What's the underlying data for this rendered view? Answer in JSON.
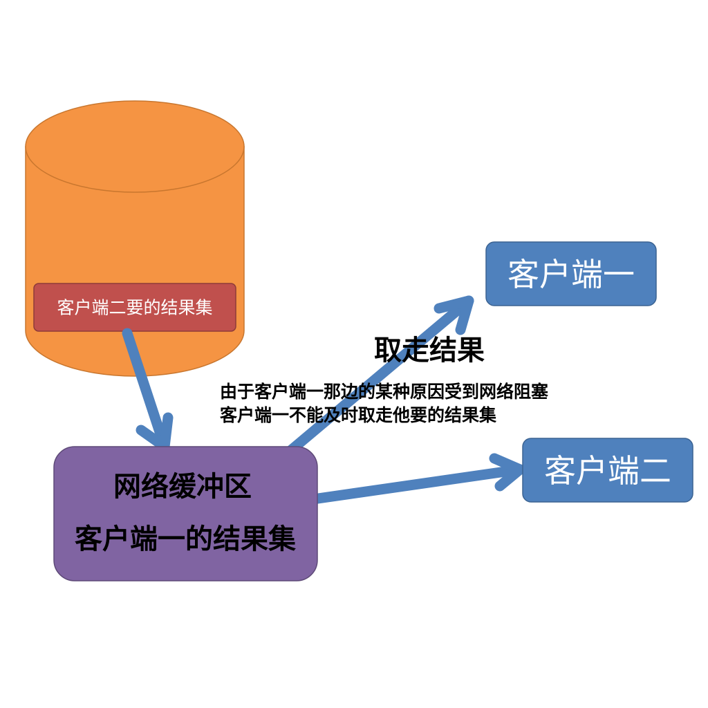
{
  "colors": {
    "database_fill": "#F59443",
    "database_stroke": "#C8762E",
    "database_label_fill": "#C0504D",
    "database_label_stroke": "#8E3B39",
    "buffer_fill": "#8064A2",
    "buffer_stroke": "#5E4A78",
    "client_fill": "#4F81BD",
    "client_stroke": "#3B6392",
    "arrow": "#4F81BD",
    "text_dark": "#000000",
    "text_light": "#FFFFFF"
  },
  "database": {
    "label": "客户端二要的结果集"
  },
  "buffer": {
    "line1": "网络缓冲区",
    "line2": "客户端一的结果集"
  },
  "clients": {
    "client1": "客户端一",
    "client2": "客户端二"
  },
  "annotations": {
    "fetch": "取走结果",
    "reason_line1": "由于客户端一那边的某种原因受到网络阻塞",
    "reason_line2": "客户端一不能及时取走他要的结果集"
  }
}
